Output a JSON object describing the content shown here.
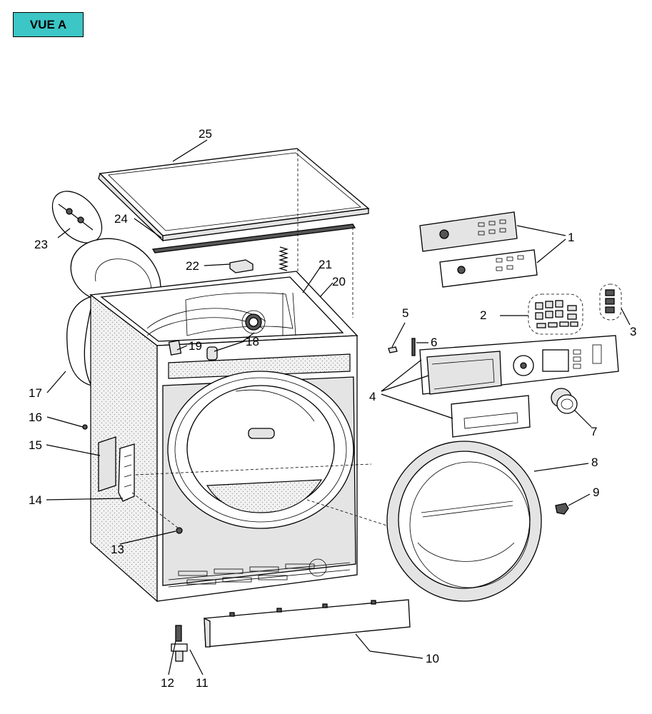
{
  "view_tag": {
    "text": "VUE A",
    "color": "#3cc6c6"
  },
  "callouts": [
    "1",
    "2",
    "3",
    "4",
    "5",
    "6",
    "7",
    "8",
    "9",
    "10",
    "11",
    "12",
    "13",
    "14",
    "15",
    "16",
    "17",
    "18",
    "19",
    "20",
    "21",
    "22",
    "23",
    "24",
    "25"
  ]
}
